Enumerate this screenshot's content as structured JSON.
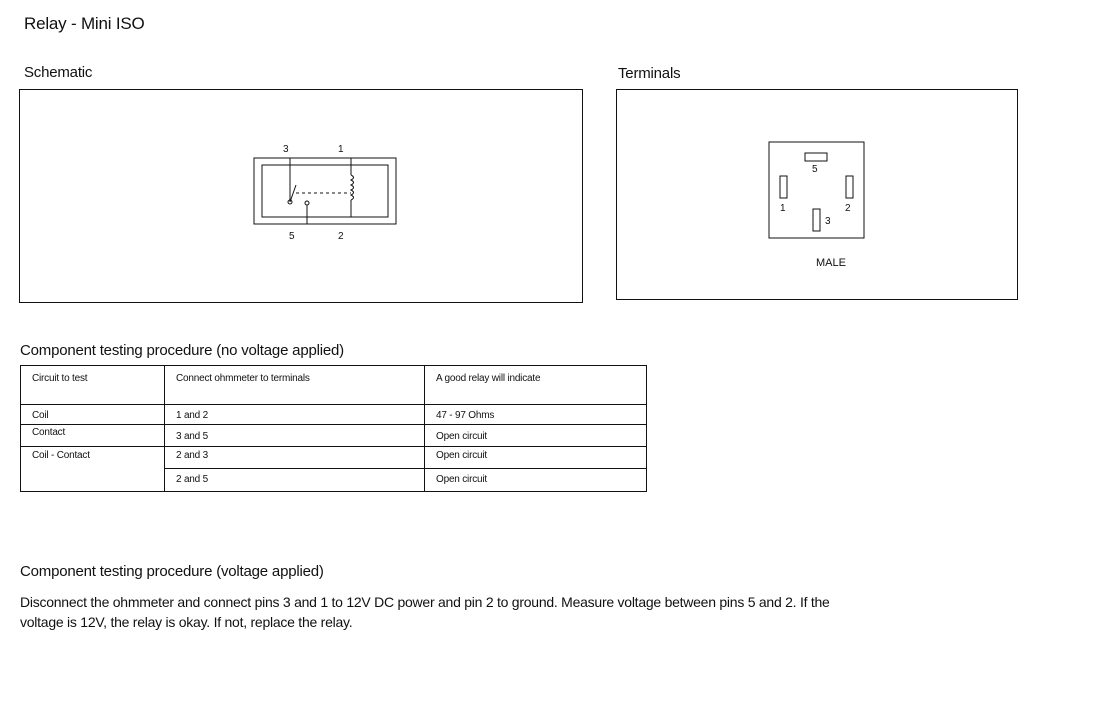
{
  "page": {
    "title": "Relay - Mini ISO"
  },
  "schematic": {
    "label": "Schematic",
    "pins": {
      "top_left": "3",
      "top_right": "1",
      "bottom_left": "5",
      "bottom_right": "2"
    }
  },
  "terminals": {
    "label": "Terminals",
    "pins": {
      "p5": "5",
      "p1": "1",
      "p2": "2",
      "p3": "3"
    },
    "caption": "MALE"
  },
  "no_voltage_test": {
    "heading": "Component testing procedure (no voltage applied)",
    "columns": [
      "Circuit to test",
      "Connect ohmmeter to terminals",
      "A good relay will indicate"
    ],
    "rows": [
      {
        "circuit": "Coil",
        "terminals": "1 and 2",
        "indication": "47 - 97    Ohms"
      },
      {
        "circuit": "Contact",
        "terminals": "3 and 5",
        "indication": "Open circuit"
      },
      {
        "circuit": "Coil - Contact",
        "terminals": "2 and 3",
        "indication": "Open circuit"
      },
      {
        "circuit": "",
        "terminals": "2 and 5",
        "indication": "Open circuit"
      }
    ]
  },
  "voltage_test": {
    "heading": "Component testing procedure (voltage applied)",
    "text": "Disconnect the ohmmeter and connect pins 3 and 1 to 12V DC power and pin 2 to ground. Measure voltage between pins 5 and 2. If the voltage is 12V, the relay is okay. If not, replace the relay."
  }
}
